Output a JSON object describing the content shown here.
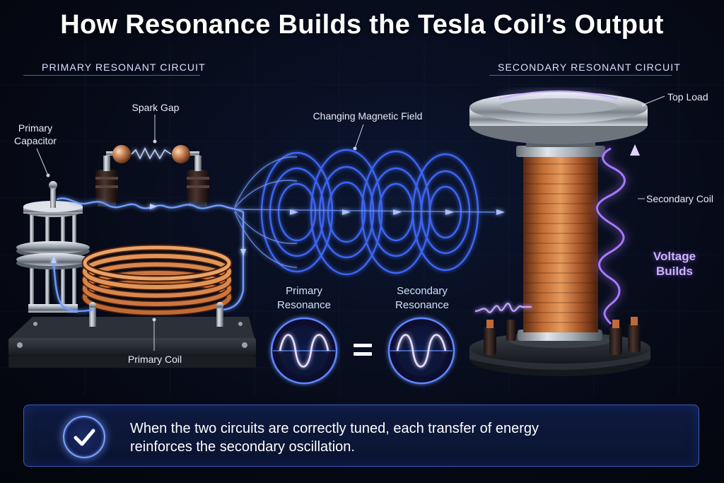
{
  "title": "How Resonance Builds the Tesla Coil’s Output",
  "sections": {
    "primary": "PRIMARY RESONANT CIRCUIT",
    "secondary": "SECONDARY RESONANT CIRCUIT"
  },
  "labels": {
    "spark_gap": "Spark Gap",
    "primary_capacitor_line1": "Primary",
    "primary_capacitor_line2": "Capacitor",
    "changing_field": "Changing Magnetic Field",
    "top_load": "Top Load",
    "secondary_coil": "Secondary Coil",
    "voltage_line1": "Voltage",
    "voltage_line2": "Builds",
    "primary_coil": "Primary Coil",
    "primary_resonance_line1": "Primary",
    "primary_resonance_line2": "Resonance",
    "secondary_resonance_line1": "Secondary",
    "secondary_resonance_line2": "Resonance",
    "equals": "="
  },
  "banner": {
    "line1": "When the two circuits are correctly tuned, each transfer of energy",
    "line2": "reinforces the secondary oscillation."
  },
  "colors": {
    "accent_blue": "#4f7cff",
    "field_blue": "#3f6bff",
    "voltage_violet": "#a878ff",
    "copper": "#b8622f"
  },
  "icons": [
    "check-icon"
  ]
}
